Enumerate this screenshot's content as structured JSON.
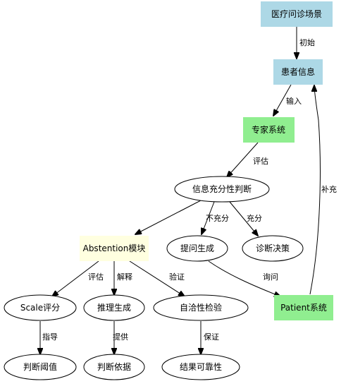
{
  "colors": {
    "blue": "#ADD8E6",
    "green": "#90EE90",
    "yellow": "#FFFFE0",
    "white": "#FFFFFF",
    "stroke": "#000000"
  },
  "nodes": {
    "scene": {
      "label": "医疗问诊场景"
    },
    "patient_info": {
      "label": "患者信息"
    },
    "expert": {
      "label": "专家系统"
    },
    "sufficiency": {
      "label": "信息充分性判断"
    },
    "abstention": {
      "label": "Abstention模块"
    },
    "question_gen": {
      "label": "提问生成"
    },
    "diagnosis": {
      "label": "诊断决策"
    },
    "patient_sys": {
      "label": "Patient系统"
    },
    "scale": {
      "label": "Scale评分"
    },
    "reasoning": {
      "label": "推理生成"
    },
    "consistency": {
      "label": "自洽性检验"
    },
    "threshold": {
      "label": "判断阈值"
    },
    "basis": {
      "label": "判断依据"
    },
    "reliability": {
      "label": "结果可靠性"
    }
  },
  "edges": {
    "init": {
      "label": "初始"
    },
    "input": {
      "label": "输入"
    },
    "evaluate": {
      "label": "评估"
    },
    "insufficient": {
      "label": "不充分"
    },
    "sufficient": {
      "label": "充分"
    },
    "inquire": {
      "label": "询问"
    },
    "supplement": {
      "label": "补充"
    },
    "assess": {
      "label": "评估"
    },
    "explain": {
      "label": "解释"
    },
    "verify": {
      "label": "验证"
    },
    "guide": {
      "label": "指导"
    },
    "provide": {
      "label": "提供"
    },
    "guarantee": {
      "label": "保证"
    }
  }
}
